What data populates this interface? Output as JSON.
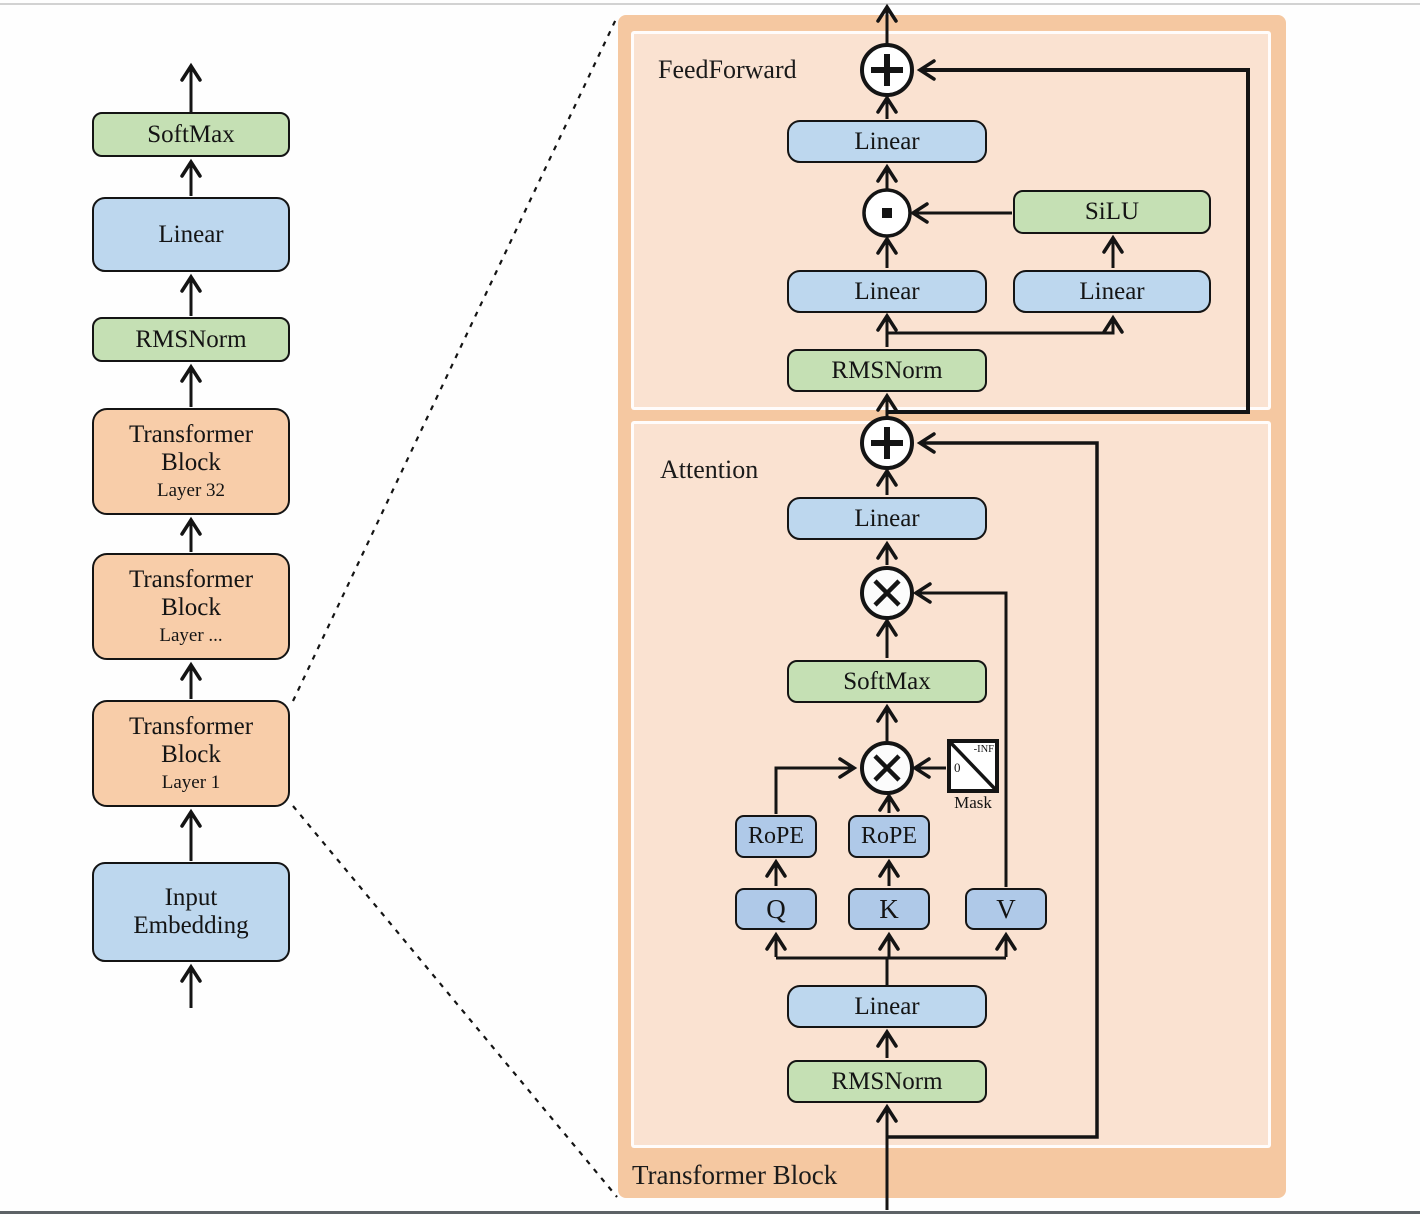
{
  "palette": {
    "panel_outer": "#f5c8a1",
    "panel_inner": "#fae2d1",
    "block_orange": "#f8cda9",
    "block_blue": "#bdd7ee",
    "block_blue_small": "#afc9e8",
    "block_green": "#c5e0b4",
    "line": "#141414"
  },
  "left_pipeline": {
    "blocks": [
      {
        "label": "SoftMax"
      },
      {
        "label": "Linear"
      },
      {
        "label": "RMSNorm"
      },
      {
        "label": "Transformer Block",
        "sublabel": "Layer 32"
      },
      {
        "label": "Transformer Block",
        "sublabel": "Layer ..."
      },
      {
        "label": "Transformer Block",
        "sublabel": "Layer 1"
      },
      {
        "label": "Input Embedding"
      }
    ]
  },
  "detail": {
    "section_feedforward": "FeedForward",
    "section_attention": "Attention",
    "section_block": "Transformer Block",
    "ff_linear_out": "Linear",
    "ff_silu": "SiLU",
    "ff_linear_left": "Linear",
    "ff_linear_right": "Linear",
    "ff_rmsnorm": "RMSNorm",
    "attn_linear_out": "Linear",
    "attn_softmax": "SoftMax",
    "rope_q": "RoPE",
    "rope_k": "RoPE",
    "q": "Q",
    "k": "K",
    "v": "V",
    "attn_linear_qkv": "Linear",
    "attn_rmsnorm": "RMSNorm",
    "mask": {
      "neg_inf": "-INF",
      "zero": "0",
      "label": "Mask"
    }
  }
}
